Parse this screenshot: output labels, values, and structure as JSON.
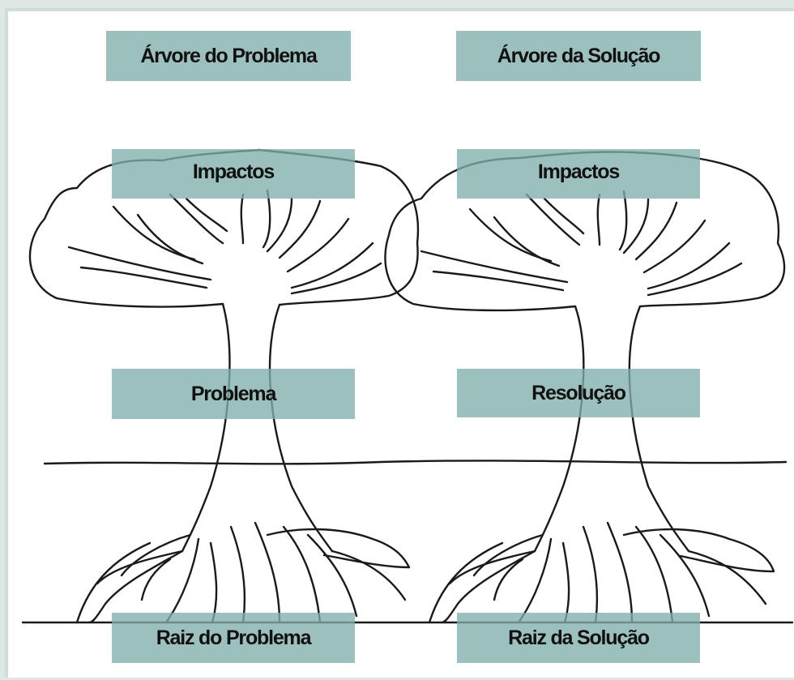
{
  "problem_tree": {
    "title": "Árvore do Problema",
    "impacts": "Impactos",
    "core": "Problema",
    "root": "Raiz do Problema"
  },
  "solution_tree": {
    "title": "Árvore da Solução",
    "impacts": "Impactos",
    "core": "Resolução",
    "root": "Raiz da Solução"
  },
  "colors": {
    "label_fill": "#80aeac",
    "outer_border": "#cfdcd9",
    "line": "#1a1a1a"
  }
}
